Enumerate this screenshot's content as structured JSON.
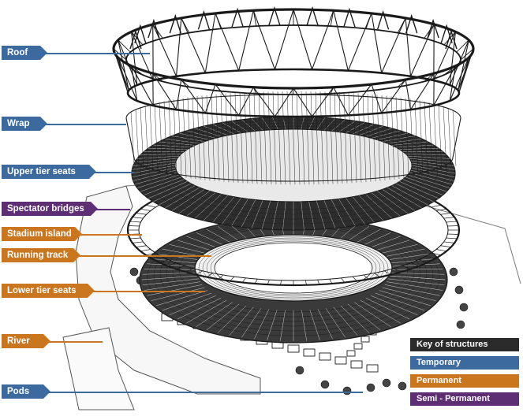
{
  "colors": {
    "temporary": "#3d6a9e",
    "permanent": "#c9761f",
    "semi_permanent": "#5d2e74",
    "key_header": "#2b2b2b",
    "structure": "#1a1a1a"
  },
  "labels": [
    {
      "id": "roof",
      "text": "Roof",
      "category": "temporary"
    },
    {
      "id": "wrap",
      "text": "Wrap",
      "category": "temporary"
    },
    {
      "id": "upper-tier-seats",
      "text": "Upper tier seats",
      "category": "temporary"
    },
    {
      "id": "spectator-bridges",
      "text": "Spectator bridges",
      "category": "semi_permanent"
    },
    {
      "id": "stadium-island",
      "text": "Stadium island",
      "category": "permanent"
    },
    {
      "id": "running-track",
      "text": "Running track",
      "category": "permanent"
    },
    {
      "id": "lower-tier-seats",
      "text": "Lower tier seats",
      "category": "permanent"
    },
    {
      "id": "river",
      "text": "River",
      "category": "permanent"
    },
    {
      "id": "pods",
      "text": "Pods",
      "category": "temporary"
    }
  ],
  "key": {
    "title": "Key of structures",
    "items": [
      {
        "text": "Temporary",
        "category": "temporary"
      },
      {
        "text": "Permanent",
        "category": "permanent"
      },
      {
        "text": "Semi - Permanent",
        "category": "semi_permanent"
      }
    ]
  }
}
